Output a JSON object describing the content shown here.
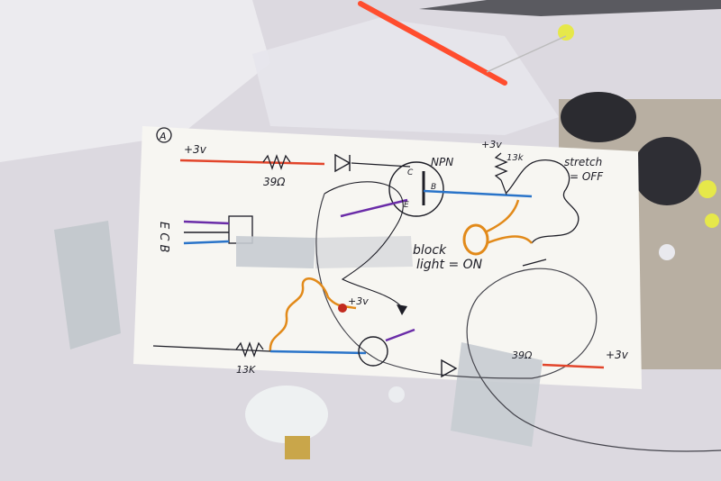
{
  "card": {
    "corner_mark": "A",
    "labels": {
      "plus3v_top": "+3v",
      "resistor_top": "39Ω",
      "transistor_top": "NPN",
      "plus3v_mid": "+3v",
      "resistor_13k_top": "13k",
      "stretch": "stretch",
      "off": "= OFF",
      "collector": "C",
      "base": "B",
      "emitter": "E",
      "pinout": "E C B",
      "block": "block",
      "light_on": "light = ON",
      "plus3v_lower": "+3v",
      "resistor_bottom": "13K",
      "plus3v_right": "+3v",
      "resistor_right": "39Ω"
    }
  },
  "colors": {
    "background": "#d9d6de",
    "card": "#f7f6f2",
    "ink": "#1d1d26",
    "red_wire": "#e2452b",
    "blue_wire": "#2a74c9",
    "purple_wire": "#6a2ca8",
    "orange_sensor": "#e28a1a",
    "tape": "#c6ccd2"
  }
}
